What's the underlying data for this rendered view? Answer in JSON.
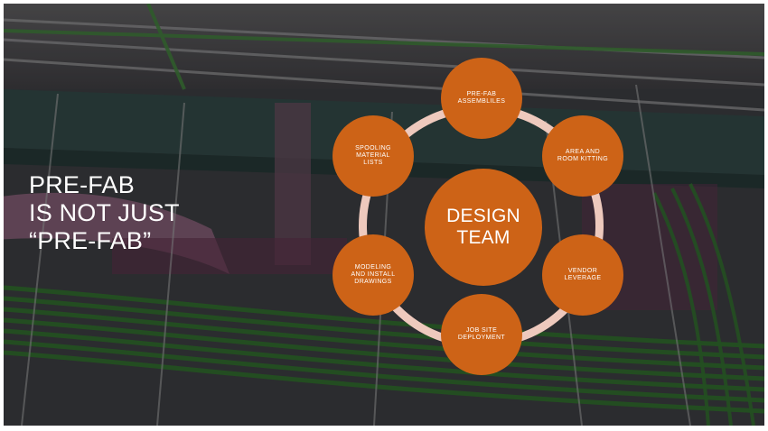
{
  "slide": {
    "title_lines": "PRE-FAB\nIS NOT JUST\n“PRE-FAB”"
  },
  "diagram": {
    "center": "DESIGN\nTEAM",
    "nodes": {
      "prefab_assemblies": "PRE-FAB\nASSEMBLILES",
      "area_room_kitting": "AREA AND\nROOM KITTING",
      "vendor_leverage": "VENDOR\nLEVERAGE",
      "job_site_deployment": "JOB SITE\nDEPLOYMENT",
      "modeling_install_drawings": "MODELING\nAND INSTALL\nDRAWINGS",
      "spooling_material_lists": "SPOOLING\nMATERIAL\nLISTS"
    },
    "colors": {
      "node_fill": "#cd6317",
      "ring": "#eec9bd",
      "text": "#ffffff"
    }
  }
}
